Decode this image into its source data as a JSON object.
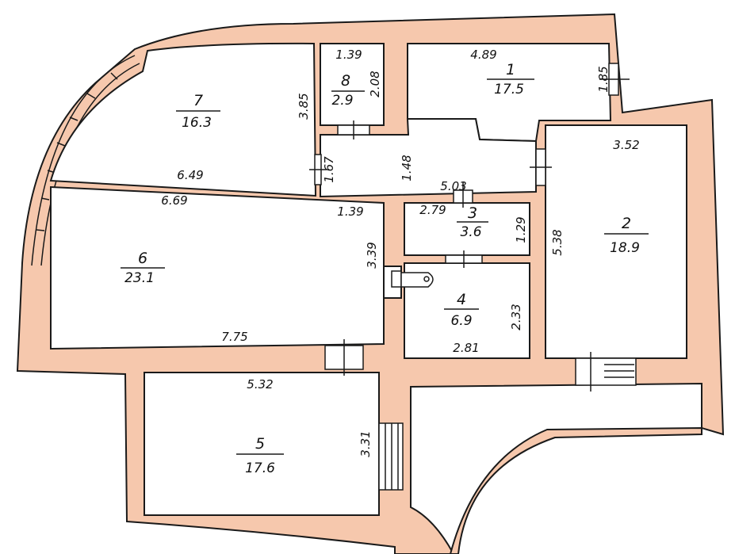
{
  "rooms": [
    {
      "id": "1",
      "number": "1",
      "area": "17.5"
    },
    {
      "id": "2",
      "number": "2",
      "area": "18.9"
    },
    {
      "id": "3",
      "number": "3",
      "area": "3.6"
    },
    {
      "id": "4",
      "number": "4",
      "area": "6.9"
    },
    {
      "id": "5",
      "number": "5",
      "area": "17.6"
    },
    {
      "id": "6",
      "number": "6",
      "area": "23.1"
    },
    {
      "id": "7",
      "number": "7",
      "area": "16.3"
    },
    {
      "id": "8",
      "number": "8",
      "area": "2.9"
    }
  ],
  "dimensions": {
    "r1_top": "4.89",
    "r1_right": "1.85",
    "r8_top": "1.39",
    "r8_right": "2.08",
    "r7_right": "3.85",
    "r7_bottom": "6.49",
    "hall_door": "1.67",
    "hall_len": "1.48",
    "hall_bottom": "5.03",
    "r6_top": "6.69",
    "r6_corner": "1.39",
    "r6_right": "3.39",
    "r6_bottom": "7.75",
    "r3_left": "2.79",
    "r3_right": "1.29",
    "r4_right": "2.33",
    "r4_bottom": "2.81",
    "r2_top": "3.52",
    "r2_left": "5.38",
    "r5_top": "5.32",
    "r5_right": "3.31"
  }
}
